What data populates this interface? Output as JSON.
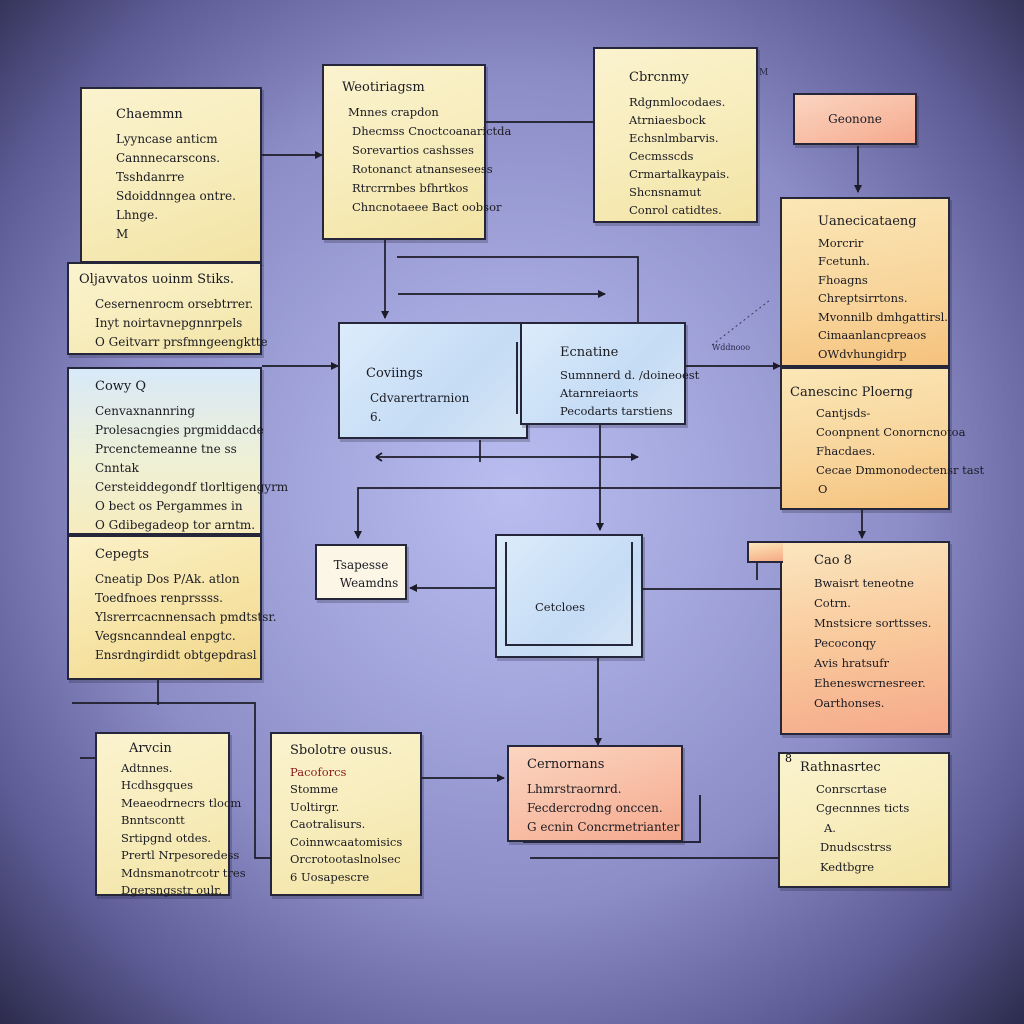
{
  "cards": {
    "c1": {
      "title": "Chaemmn",
      "lines": [
        "Lyyncase anticm",
        "Cannnecarscons.",
        "Tsshdanrre",
        "Sdoiddnngea ontre.",
        "Lhnge.",
        "M"
      ]
    },
    "c2": {
      "title": "Oljavvatos uoinm Stiks.",
      "lines": [
        "Cesernenrocm orsebtrrer.",
        "Inyt noirtavnepgnnrpels",
        "O  Geitvarr prsfmngeengktte"
      ]
    },
    "c3": {
      "title": "Cowy    Q",
      "lines": [
        "Cenvaxnannring",
        "Prolesacngies prgmiddacde",
        "Prcenctemeanne tne ss",
        "Cnntak",
        "Cersteiddegondf tlorltigengyrm",
        "O  bect os Pergammes in",
        "O  Gdibegadeop tor arntm."
      ]
    },
    "c4": {
      "title": "Cepegts",
      "lines": [
        "Cneatip   Dos  P/Ak. atlon",
        "Toedfnoes renprssss.",
        "Ylsrerrcacnnensach pmdtstsr.",
        "Vegsncanndeal enpgtc.",
        "Ensrdngirdidt obtgepdrasl"
      ]
    },
    "c5": {
      "title": "Arvcin",
      "lines": [
        "Adtnnes.",
        "Hcdhsgques",
        "Meaeodrnecrs tlocm",
        "Bnntscontt",
        "Srtipgnd otdes.",
        "Prertl Nrpesoredess",
        "Mdnsmanotrcotr tres",
        "Dgersngsstr oulr."
      ]
    },
    "c6": {
      "title": "Sbolotre ousus.",
      "lines": [
        "Pacoforcs",
        "Stomme",
        "Uoltirgr.",
        "Caotralisurs.",
        "Coinnwcaatomisics",
        "Orcrotootaslnolsec",
        "6  Uosapescre"
      ]
    },
    "c7": {
      "title": "Weotiriagsm",
      "lines": [
        "Mnnes  crapdon",
        "Dhecmss  Cnoctcoanarictda",
        "Sorevartios cashsses",
        "Rotonanct  atnanseseess",
        "Rtrcrrnbes bfhrtkos",
        "Chncnotaeee  Bact oobsor"
      ]
    },
    "c8": {
      "title": "Cbrcnmy",
      "lines": [
        "Rdgnmlocodaes.",
        "Atrniaesbock",
        "Echsnlmbarvis.",
        "Cecmsscds",
        "Crmartalkaypais.",
        "Shcnsnamut",
        "Conrol catidtes."
      ]
    },
    "c9": {
      "title": "Geonone"
    },
    "c10": {
      "title": "Coviings",
      "lines": [
        "Cdvarertrarnion",
        "6."
      ]
    },
    "c11": {
      "title": "Ecnatine",
      "lines": [
        "Sumnnerd  d. /doineoest",
        "Atarnreiaorts",
        "Pecodarts  tarstiens"
      ]
    },
    "c12": {
      "title": "Tsapesse",
      "lines": [
        "Weamdns"
      ]
    },
    "c13": {
      "title": "Cetcloes"
    },
    "c14": {
      "title": "Cernornans",
      "lines": [
        "Lhmrstraornrd.",
        "Fecdercrodng onccen.",
        "G ecnin   Concrmetrianter"
      ]
    },
    "c15": {
      "title": "Uanecicataeng",
      "lines": [
        "Morcrir",
        "Fcetunh.",
        "Fhoagns",
        "Chreptsirrtons.",
        "Mvonnilb dmhgattirsl.",
        "Cimaanlancpreaos",
        "OWdvhungidrp"
      ]
    },
    "c16": {
      "title": "Canescinc  Ploerng",
      "lines": [
        "Cantjsds-",
        "Coonpnent Conorncnotoa",
        "Fhacdaes.",
        "Cecae Dmmonodectensr tast",
        "O"
      ]
    },
    "c17": {
      "title": "Cao      8",
      "lines": [
        "Bwaisrt teneotne",
        "Cotrn.",
        "Mnstsicre sorttsses.",
        "Pecoconqy",
        "Avis  hratsufr",
        "Eheneswcrnesreer.",
        "Oarthonses."
      ]
    },
    "c18": {
      "title": "Rathnasrtec",
      "lines": [
        "Conrscrtase",
        "Cgecnnnes ticts",
        "A.",
        "Dnudscstrss",
        "Kedtbgre"
      ]
    }
  },
  "annotations": {
    "a1": "8",
    "a2": "Wddnooo",
    "a3": "M"
  }
}
